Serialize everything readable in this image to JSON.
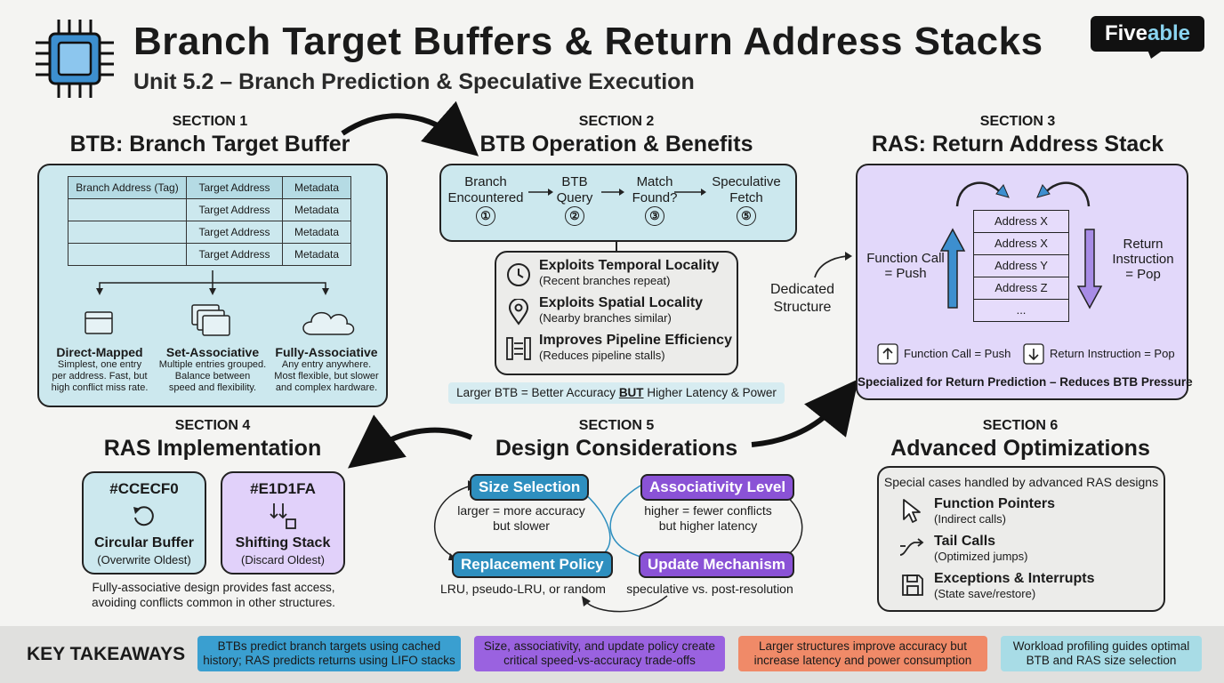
{
  "header": {
    "title": "Branch Target Buffers & Return Address Stacks",
    "subtitle": "Unit 5.2 – Branch Prediction & Speculative Execution",
    "logo_main": "Five",
    "logo_accent": "able"
  },
  "section1": {
    "label": "SECTION 1",
    "title": "BTB: Branch Target Buffer",
    "table_header": [
      "Branch Address (Tag)",
      "Target Address",
      "Metadata"
    ],
    "table_rows": [
      [
        "",
        "Target Address",
        "Metadata"
      ],
      [
        "",
        "Target Address",
        "Metadata"
      ],
      [
        "",
        "Target Address",
        "Metadata"
      ]
    ],
    "types": [
      {
        "name": "Direct-Mapped",
        "desc": [
          "Simplest, one entry",
          "per address. Fast, but",
          "high conflict miss rate."
        ]
      },
      {
        "name": "Set-Associative",
        "desc": [
          "Multiple entries grouped.",
          "Balance between",
          "speed and flexibility."
        ]
      },
      {
        "name": "Fully-Associative",
        "desc": [
          "Any entry anywhere.",
          "Most flexible, but slower",
          "and complex hardware."
        ]
      }
    ]
  },
  "section2": {
    "label": "SECTION 2",
    "title": "BTB Operation & Benefits",
    "flow": [
      {
        "l1": "Branch",
        "l2": "Encountered",
        "n": "①"
      },
      {
        "l1": "BTB",
        "l2": "Query",
        "n": "②"
      },
      {
        "l1": "Match",
        "l2": "Found?",
        "n": "③"
      },
      {
        "l1": "Speculative",
        "l2": "Fetch",
        "n": "⑤"
      }
    ],
    "benefits": [
      {
        "title": "Exploits Temporal Locality",
        "sub": "(Recent branches repeat)"
      },
      {
        "title": "Exploits Spatial Locality",
        "sub": "(Nearby branches similar)"
      },
      {
        "title": "Improves Pipeline Efficiency",
        "sub": "(Reduces pipeline stalls)"
      }
    ],
    "note_before": "Larger BTB = Better Accuracy ",
    "note_but": "BUT",
    "note_after": " Higher Latency & Power"
  },
  "section3": {
    "label": "SECTION 3",
    "title": "RAS: Return Address Stack",
    "dedicated": [
      "Dedicated",
      "Structure"
    ],
    "left_label": [
      "Function Call",
      "= Push"
    ],
    "right_label": [
      "Return",
      "Instruction",
      "= Pop"
    ],
    "stack": [
      "Address X",
      "Address X",
      "Address Y",
      "Address Z",
      "..."
    ],
    "legend_push": "Function Call = Push",
    "legend_pop": "Return Instruction = Pop",
    "footer": "Specialized for Return Prediction – Reduces BTB Pressure"
  },
  "section4": {
    "label": "SECTION 4",
    "title": "RAS Implementation",
    "cards": [
      {
        "color_label": "#CCECF0",
        "name": "Circular Buffer",
        "sub": "(Overwrite Oldest)",
        "bg": "#CCECF0"
      },
      {
        "color_label": "#E1D1FA",
        "name": "Shifting Stack",
        "sub": "(Discard Oldest)",
        "bg": "#E1D1FA"
      }
    ],
    "note": [
      "Fully-associative design provides fast access,",
      "avoiding conflicts common in other structures."
    ]
  },
  "section5": {
    "label": "SECTION 5",
    "title": "Design Considerations",
    "items": [
      {
        "tag": "Size Selection",
        "desc": [
          "larger = more accuracy",
          "but slower"
        ],
        "color": "#2e8fbf"
      },
      {
        "tag": "Associativity Level",
        "desc": [
          "higher = fewer conflicts",
          "but higher latency"
        ],
        "color": "#8a52d6"
      },
      {
        "tag": "Replacement Policy",
        "desc": [
          "LRU, pseudo-LRU, or random"
        ],
        "color": "#2e8fbf"
      },
      {
        "tag": "Update Mechanism",
        "desc": [
          "speculative vs. post-resolution"
        ],
        "color": "#8a52d6"
      }
    ]
  },
  "section6": {
    "label": "SECTION 6",
    "title": "Advanced Optimizations",
    "intro": "Special cases handled by advanced RAS designs",
    "items": [
      {
        "title": "Function Pointers",
        "sub": "(Indirect calls)"
      },
      {
        "title": "Tail Calls",
        "sub": "(Optimized jumps)"
      },
      {
        "title": "Exceptions & Interrupts",
        "sub": "(State save/restore)"
      }
    ]
  },
  "takeaways": {
    "label": "KEY TAKEAWAYS",
    "items": [
      {
        "l1": "BTBs predict branch targets using cached",
        "l2": "history; RAS predicts returns using LIFO stacks",
        "bg": "#3a9fd0"
      },
      {
        "l1": "Size, associativity, and update policy create",
        "l2": "critical speed-vs-accuracy trade-offs",
        "bg": "#9a62e0"
      },
      {
        "l1": "Larger structures improve accuracy but",
        "l2": "increase latency and power consumption",
        "bg": "#f08a68"
      },
      {
        "l1": "Workload profiling guides optimal",
        "l2": "BTB and RAS size selection",
        "bg": "#a8dce6"
      }
    ]
  }
}
